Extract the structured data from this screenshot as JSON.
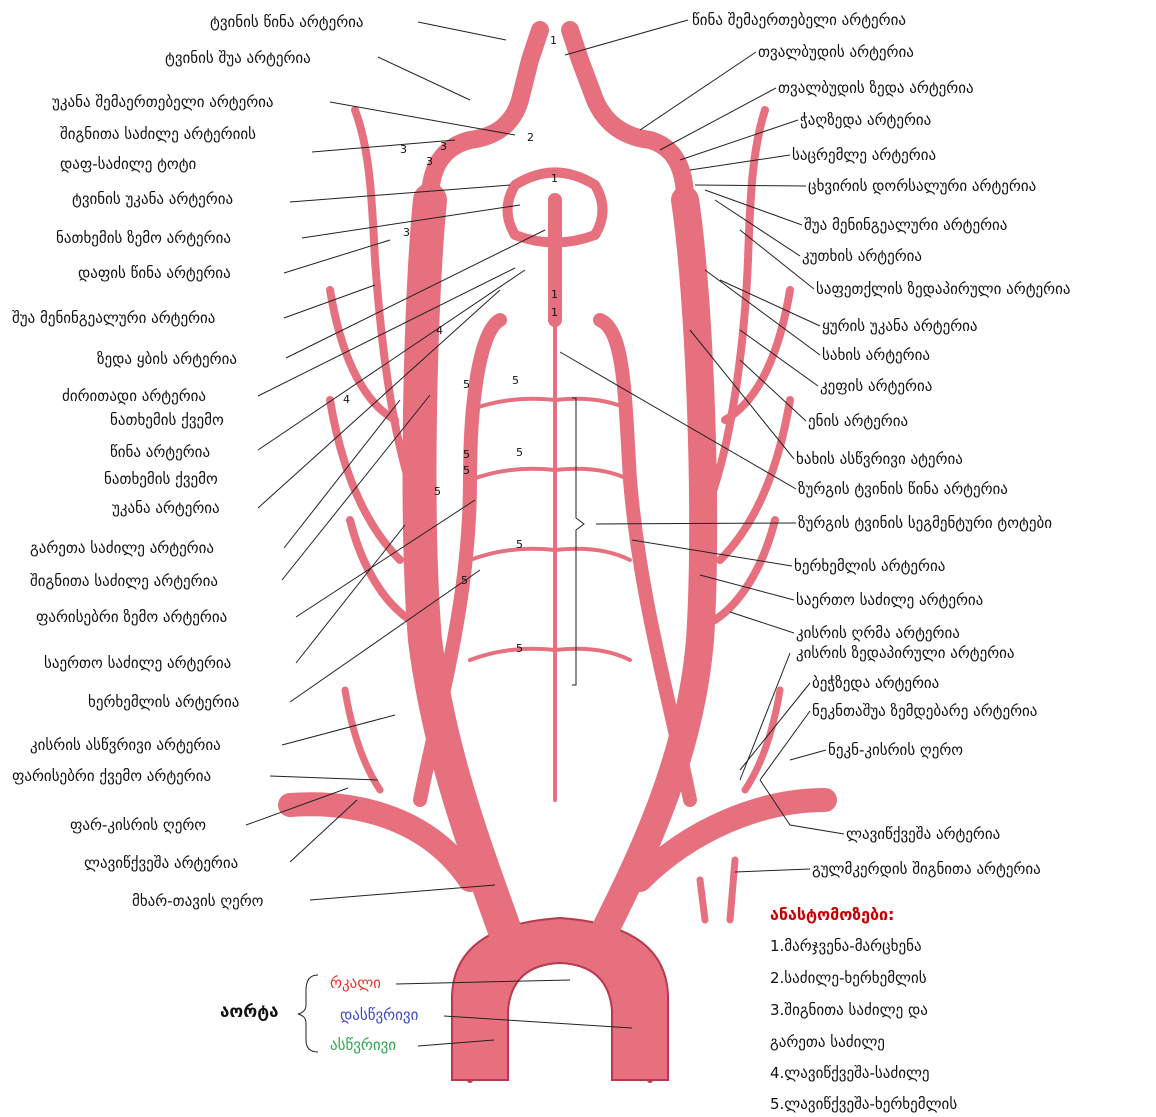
{
  "colors": {
    "vessel": "#e7707f",
    "vessel_edge": "#b9394d",
    "legend_title": "#c40000",
    "arch": "#e8322b",
    "descending": "#3b48c4",
    "ascending": "#2aa84a"
  },
  "labels_left": [
    "ტვინის წინა არტერია",
    "ტვინის შუა არტერია",
    "უკანა შემაერთებელი არტერია",
    "შიგნითა საძილე არტერიის",
    "დაფ-საძილე ტოტი",
    "ტვინის უკანა არტერია",
    "ნათხემის ზემო არტერია",
    "დაფის წინა არტერია",
    "შუა მენინგეალური არტერია",
    "ზედა ყბის არტერია",
    "ძირითადი არტერია",
    "ნათხემის ქვემო",
    "წინა  არტერია",
    "ნათხემის ქვემო",
    "უკანა  არტერია",
    "გარეთა საძილე არტერია",
    "შიგნითა საძილე არტერია",
    "ფარისებრი ზემო არტერია",
    "საერთო საძილე არტერია",
    "ხერხემლის არტერია",
    "კისრის ასწვრივი არტერია",
    "ფარისებრი ქვემო არტერია",
    "ფარ-კისრის ღერო",
    "ლავიწქვეშა არტერია",
    "მხარ-თავის ღერო"
  ],
  "labels_right": [
    "წინა შემაერთებელი არტერია",
    "თვალბუდის არტერია",
    "თვალბუდის ზედა არტერია",
    "ჭაღზედა არტერია",
    "საცრემლე არტერია",
    "ცხვირის დორსალური არტერია",
    "შუა მენინგეალური არტერია",
    "კუთხის არტერია",
    "საფეთქლის ზედაპირული არტერია",
    "ყურის უკანა არტერია",
    "სახის არტერია",
    "კეფის არტერია",
    "ენის არტერია",
    "ხახის ასწვრივი ატერია",
    "ზურგის ტვინის წინა არტერია",
    "ზურგის ტვინის სეგმენტური ტოტები",
    "ხერხემლის არტერია",
    "საერთო საძილე არტერია",
    "კისრის ღრმა არტერია",
    "კისრის ზედაპირული არტერია",
    "ბეჭზედა არტერია",
    "ნეკნთაშუა ზემდებარე არტერია",
    "ნეკნ-კისრის ღერო",
    "ლავიწქვეშა არტერია",
    "გულმკერდის შიგნითა არტერია"
  ],
  "diagram_numbers": [
    "1",
    "2",
    "3",
    "3",
    "3",
    "3",
    "1",
    "1",
    "1",
    "4",
    "4",
    "5",
    "5",
    "5",
    "5",
    "5",
    "5",
    "5",
    "5",
    "5"
  ],
  "aorta": {
    "title": "აორტა",
    "parts": [
      "რკალი",
      "დასწვრივი",
      "ასწვრივი"
    ]
  },
  "legend": {
    "title": "ანასტომოზები:",
    "items": [
      "1.მარჯვენა-მარცხენა",
      "2.საძილე-ხერხემლის",
      "3.შიგნითა საძილე და",
      "გარეთა საძილე",
      "4.ლავიწქვეშა-საძილე",
      "5.ლავიწქვეშა-ხერხემლის"
    ]
  }
}
